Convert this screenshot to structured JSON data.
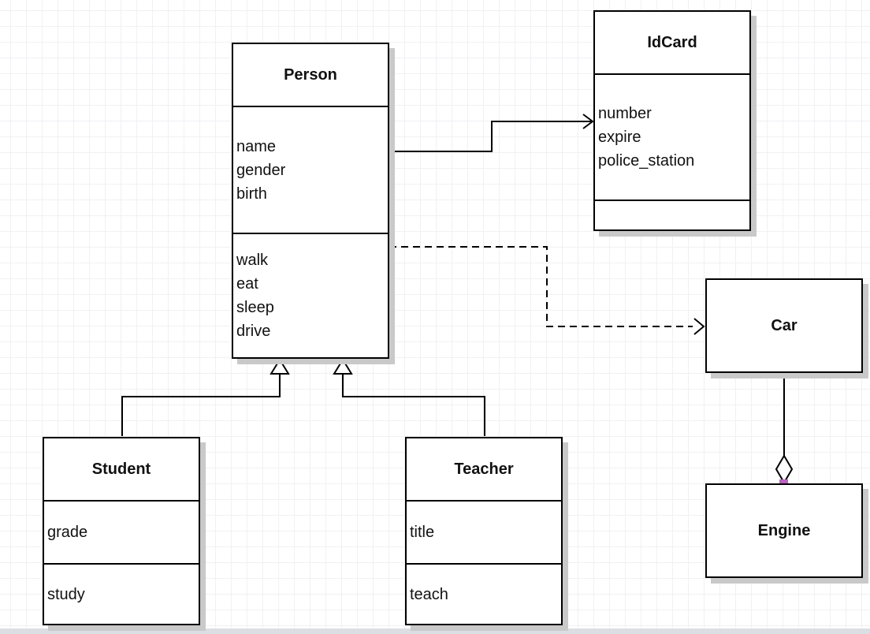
{
  "diagram": {
    "type": "uml-class-diagram",
    "classes": [
      {
        "name": "Person",
        "attributes": [
          "name",
          "gender",
          "birth"
        ],
        "methods": [
          "walk",
          "eat",
          "sleep",
          "drive"
        ]
      },
      {
        "name": "IdCard",
        "attributes": [
          "number",
          "expire",
          "police_station"
        ],
        "methods": []
      },
      {
        "name": "Car",
        "attributes": [],
        "methods": []
      },
      {
        "name": "Engine",
        "attributes": [],
        "methods": []
      },
      {
        "name": "Student",
        "attributes": [
          "grade"
        ],
        "methods": [
          "study"
        ]
      },
      {
        "name": "Teacher",
        "attributes": [
          "title"
        ],
        "methods": [
          "teach"
        ]
      }
    ],
    "relationships": [
      {
        "type": "association",
        "from": "Person",
        "to": "IdCard",
        "line": "solid",
        "arrow": "open"
      },
      {
        "type": "dependency",
        "from": "Person",
        "to": "Car",
        "line": "dashed",
        "arrow": "open"
      },
      {
        "type": "generalization",
        "from": "Student",
        "to": "Person",
        "line": "solid",
        "arrow": "hollow-triangle"
      },
      {
        "type": "generalization",
        "from": "Teacher",
        "to": "Person",
        "line": "solid",
        "arrow": "hollow-triangle"
      },
      {
        "type": "aggregation",
        "from": "Car",
        "to": "Engine",
        "line": "solid",
        "arrow": "hollow-diamond"
      }
    ],
    "colors": {
      "box_border": "#000000",
      "box_fill": "#ffffff",
      "shadow": "#c9c9c9",
      "grid_line": "#f1f1f4",
      "handle_purple": "#b863bd",
      "canvas_edge": "#dbdee2"
    }
  }
}
